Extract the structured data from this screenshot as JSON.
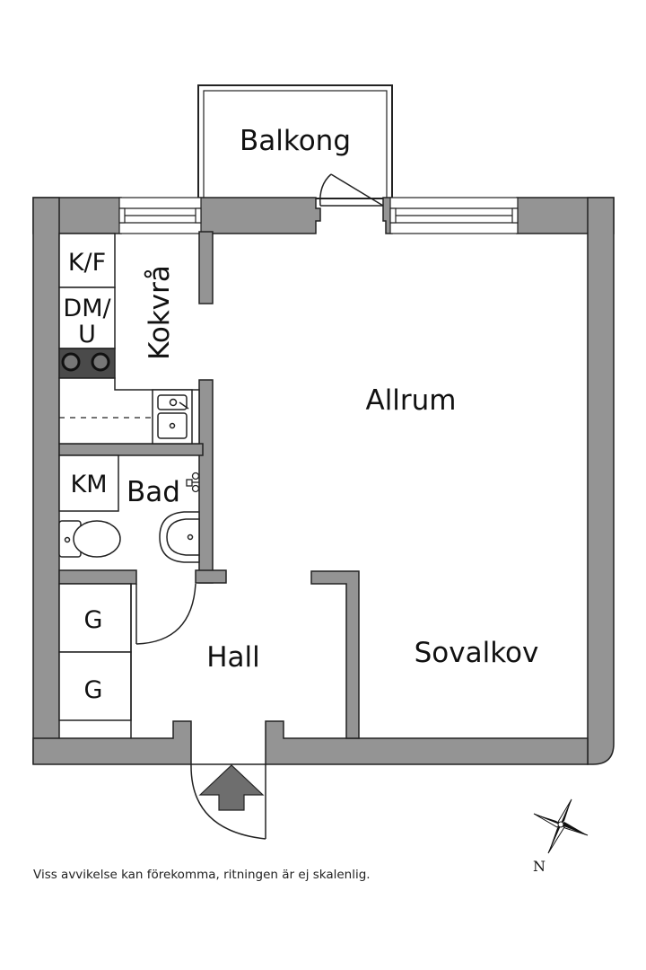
{
  "rooms": {
    "balcony": "Balkong",
    "living": "Allrum",
    "kitchen_nook": "Kokvrå",
    "bathroom": "Bad",
    "hall": "Hall",
    "sleeping_alcove": "Sovalkov"
  },
  "fixtures": {
    "fridge_freezer": "K/F",
    "dishwasher_line1": "DM/",
    "dishwasher_line2": "U",
    "washing_machine": "KM",
    "wardrobe_1": "G",
    "wardrobe_2": "G"
  },
  "compass": {
    "north": "N"
  },
  "disclaimer": "Viss avvikelse kan förekomma, ritningen är ej skalenlig.",
  "colors": {
    "wall": "#949494",
    "outline": "#222222",
    "background": "#ffffff"
  }
}
